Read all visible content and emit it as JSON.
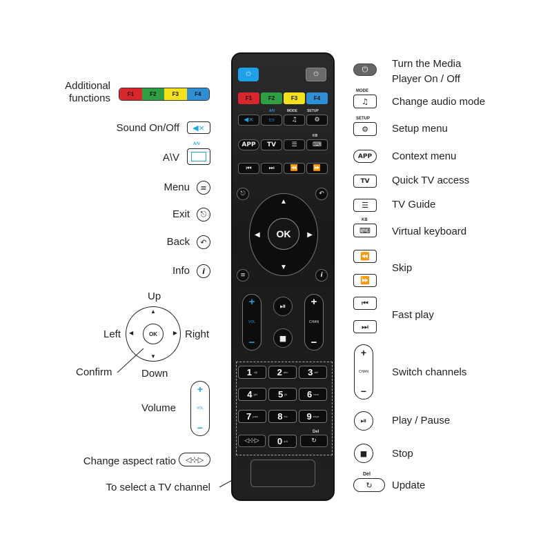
{
  "left_labels": {
    "additional_functions": "Additional functions",
    "sound": "Sound On/Off",
    "av": "A\\V",
    "menu": "Menu",
    "exit": "Exit",
    "back": "Back",
    "info": "Info",
    "up": "Up",
    "left": "Left",
    "right": "Right",
    "down": "Down",
    "confirm": "Confirm",
    "volume": "Volume",
    "aspect": "Change aspect ratio",
    "tv_channel": "To select a TV channel"
  },
  "right_labels": {
    "power": "Turn the Media Player On / Off",
    "audio_mode": "Change audio mode",
    "setup": "Setup menu",
    "context": "Context menu",
    "quick_tv": "Quick TV access",
    "guide": "TV Guide",
    "keyboard": "Virtual keyboard",
    "skip": "Skip",
    "fast_play": "Fast play",
    "switch_channels": "Switch channels",
    "play_pause": "Play / Pause",
    "stop": "Stop",
    "update": "Update"
  },
  "keys": {
    "f1": "F1",
    "f2": "F2",
    "f3": "F3",
    "f4": "F4",
    "ok": "OK",
    "app": "APP",
    "tv": "TV",
    "mode": "MODE",
    "setup": "SETUP",
    "kb": "KB",
    "av": "A/V",
    "vol": "VOL",
    "chan": "CHAN",
    "plus": "+",
    "minus": "−",
    "del": "Del",
    "numbers": [
      {
        "n": "1",
        "s": "./@"
      },
      {
        "n": "2",
        "s": "abc"
      },
      {
        "n": "3",
        "s": "def"
      },
      {
        "n": "4",
        "s": "ghi"
      },
      {
        "n": "5",
        "s": "jkl"
      },
      {
        "n": "6",
        "s": "mno"
      },
      {
        "n": "7",
        "s": "pqrs"
      },
      {
        "n": "8",
        "s": "tuv"
      },
      {
        "n": "9",
        "s": "wxyz"
      }
    ],
    "zero": {
      "n": "0",
      "s": "a/A"
    }
  },
  "icons": {
    "power": "power-icon",
    "music": "music-note-icon",
    "gear": "gear-icon",
    "menu": "menu-icon",
    "exit": "exit-icon",
    "back": "back-arrow-icon",
    "info": "info-icon",
    "play_pause": "play-pause-icon",
    "stop": "stop-icon",
    "rewind": "rewind-icon",
    "forward": "fast-forward-icon",
    "prev": "skip-previous-icon",
    "next": "skip-next-icon",
    "refresh": "refresh-icon",
    "aspect": "aspect-ratio-icon",
    "mute": "mute-icon",
    "guide": "guide-icon",
    "keyboard": "keyboard-icon"
  },
  "colors": {
    "f1": "#d9262c",
    "f2": "#2ea043",
    "f3": "#f5e11a",
    "f4": "#2f8fd6",
    "power_blue": "#1ea1e8",
    "power_grey": "#6a6a6a",
    "accent": "#1ea1e8"
  }
}
